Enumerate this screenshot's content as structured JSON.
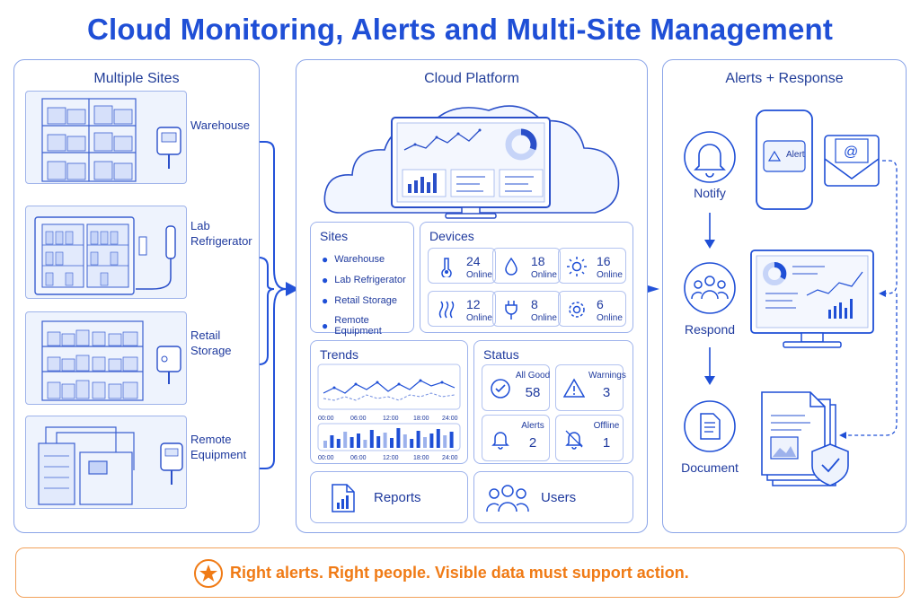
{
  "title": "Cloud Monitoring, Alerts and Multi-Site Management",
  "sites_column": {
    "title": "Multiple Sites",
    "sites": [
      {
        "line1": "Warehouse",
        "line2": ""
      },
      {
        "line1": "Lab",
        "line2": "Refrigerator"
      },
      {
        "line1": "Retail",
        "line2": "Storage"
      },
      {
        "line1": "Remote",
        "line2": "Equipment"
      }
    ]
  },
  "cloud_column": {
    "title": "Cloud Platform",
    "sites_panel": {
      "title": "Sites",
      "items": [
        "Warehouse",
        "Lab Refrigerator",
        "Retail Storage",
        "Remote Equipment"
      ]
    },
    "devices_panel": {
      "title": "Devices",
      "devices": [
        {
          "icon": "thermometer-icon",
          "count": "24",
          "label": "Online"
        },
        {
          "icon": "droplet-icon",
          "count": "18",
          "label": "Online"
        },
        {
          "icon": "sun-icon",
          "count": "16",
          "label": "Online"
        },
        {
          "icon": "heat-waves-icon",
          "count": "12",
          "label": "Online"
        },
        {
          "icon": "plug-icon",
          "count": "8",
          "label": "Online"
        },
        {
          "icon": "gear-icon",
          "count": "6",
          "label": "Online"
        }
      ]
    },
    "trends_panel": {
      "title": "Trends",
      "time_ticks": [
        "00:00",
        "06:00",
        "12:00",
        "18:00",
        "24:00"
      ]
    },
    "status_panel": {
      "title": "Status",
      "items": [
        {
          "icon": "check-circle-icon",
          "label": "All Good",
          "count": "58"
        },
        {
          "icon": "warning-icon",
          "label": "Warnings",
          "count": "3"
        },
        {
          "icon": "bell-icon",
          "label": "Alerts",
          "count": "2"
        },
        {
          "icon": "bell-off-icon",
          "label": "Offline",
          "count": "1"
        }
      ]
    },
    "reports_label": "Reports",
    "users_label": "Users"
  },
  "alerts_column": {
    "title": "Alerts + Response",
    "notify_label": "Notify",
    "respond_label": "Respond",
    "document_label": "Document",
    "phone_alert_label": "Alert"
  },
  "footer": {
    "text": "Right alerts. Right people. Visible data must support action."
  },
  "colors": {
    "primary": "#1f4fd6",
    "line": "#8aa4e8",
    "accent": "#f07b16"
  }
}
